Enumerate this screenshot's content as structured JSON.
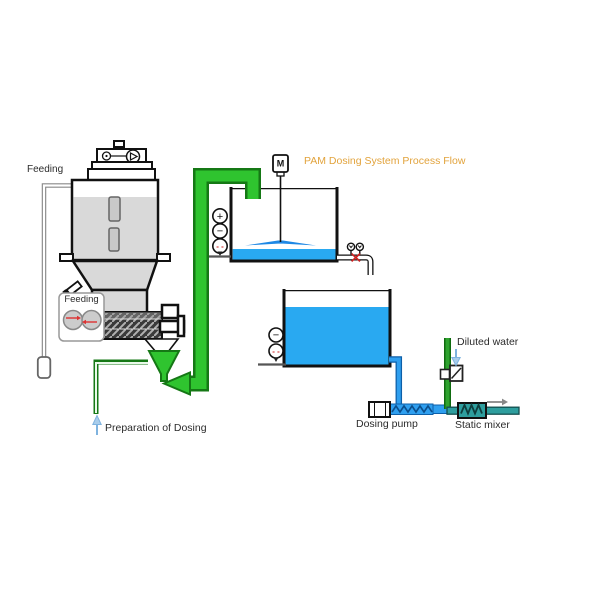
{
  "title": "PAM Dosing System Process Flow",
  "labels": {
    "feeding_top": "Feeding",
    "feeding_unit": "Feeding",
    "preparation_of_dosing": "Preparation of Dosing",
    "diluted_water": "Diluted water",
    "dosing_pump": "Dosing pump",
    "static_mixer": "Static mixer"
  },
  "glyphs": {
    "agitator_motor": "M",
    "mix_level_high": "+",
    "mix_level_low": "−",
    "mix_level_low_low": "- -",
    "storage_level_low": "−",
    "storage_level_low_low": "- -"
  },
  "colors": {
    "pipe_green": "#2FC42F",
    "pipe_green_dark": "#157815",
    "liquid_blue": "#29A9F1",
    "pipe_blue": "#2F9FEF",
    "pipe_blue_dark": "#0D5FA8",
    "pipe_teal": "#2E9E9E",
    "title_orange": "#E2A33C",
    "alarm_red": "#CC2222",
    "equipment_gray": "#D9D9D9",
    "callout_blue": "#A9CDEB"
  }
}
